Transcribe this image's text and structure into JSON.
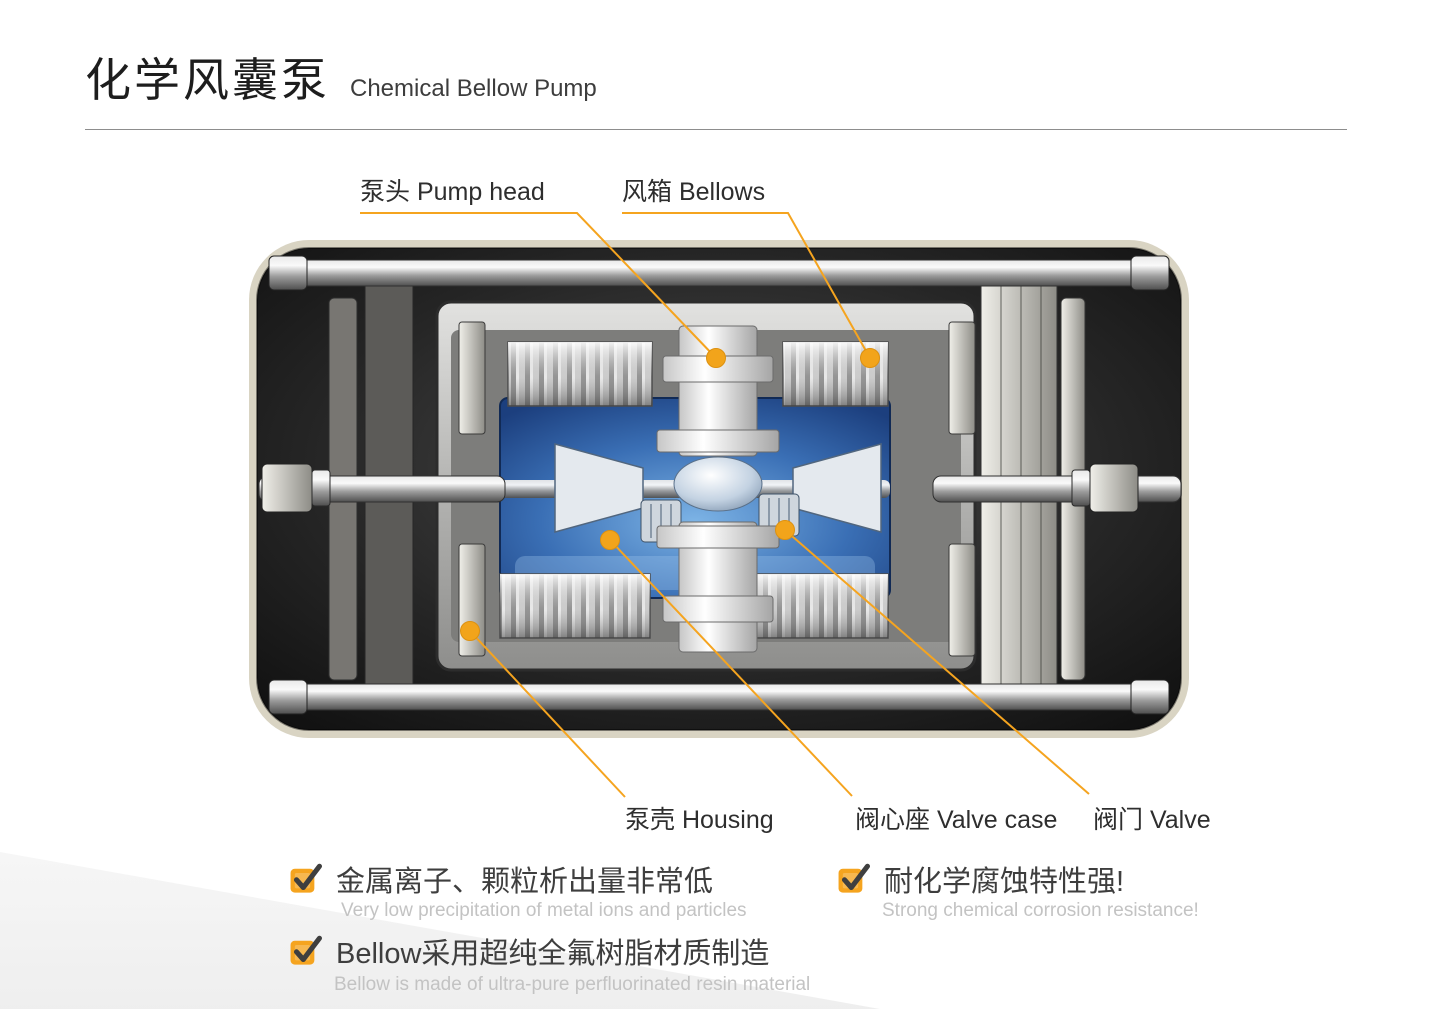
{
  "header": {
    "title_zh": "化学风囊泵",
    "title_en": "Chemical Bellow Pump"
  },
  "callouts": {
    "pump_head": "泵头 Pump head",
    "bellows": "风箱 Bellows",
    "housing": "泵壳 Housing",
    "valve_case": "阀心座 Valve case",
    "valve": "阀门 Valve"
  },
  "features": {
    "left": [
      {
        "zh": "金属离子、颗粒析出量非常低",
        "en": "Very low precipitation of metal ions and particles"
      },
      {
        "zh": "Bellow采用超纯全氟树脂材质制造",
        "en": "Bellow is made of ultra-pure perfluorinated resin material"
      }
    ],
    "right": [
      {
        "zh": "耐化学腐蚀特性强!",
        "en": "Strong chemical corrosion resistance!"
      }
    ]
  },
  "colors": {
    "accent_orange": "#F5A41F",
    "pump_blue": "#2B5EA7",
    "text_dark": "#3E3E3E",
    "text_light": "#C3C3C3",
    "line_gray": "#8D8D8D"
  }
}
